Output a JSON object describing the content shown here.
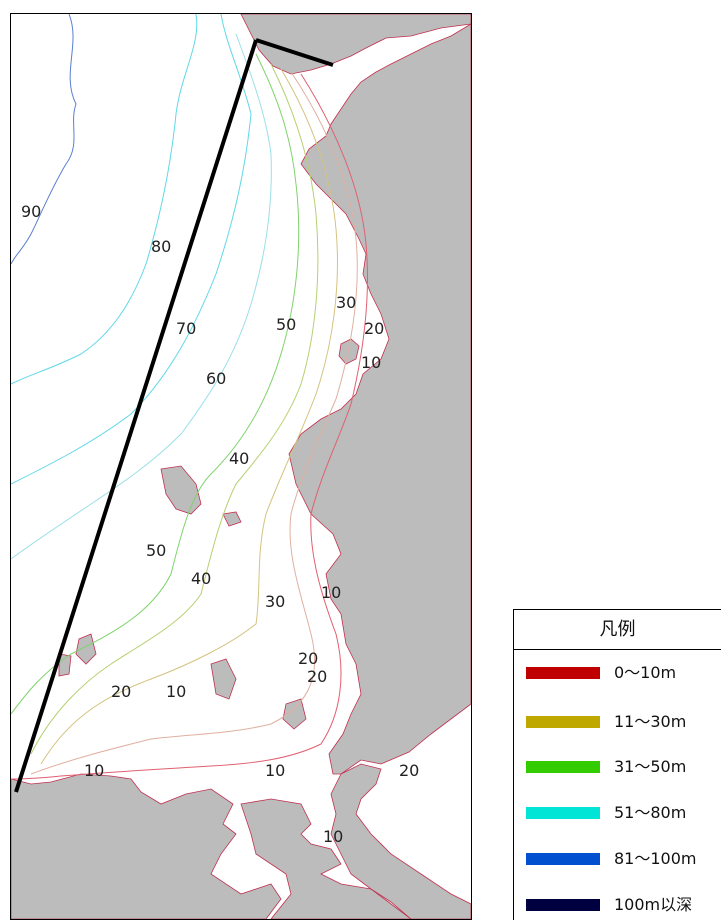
{
  "map": {
    "depth_labels": [
      {
        "text": "90"
      },
      {
        "text": "80"
      },
      {
        "text": "70"
      },
      {
        "text": "60"
      },
      {
        "text": "50"
      },
      {
        "text": "50"
      },
      {
        "text": "40"
      },
      {
        "text": "40"
      },
      {
        "text": "30"
      },
      {
        "text": "30"
      },
      {
        "text": "20"
      },
      {
        "text": "10"
      },
      {
        "text": "10"
      },
      {
        "text": "20"
      },
      {
        "text": "20"
      },
      {
        "text": "10"
      },
      {
        "text": "20"
      },
      {
        "text": "10"
      },
      {
        "text": "10"
      },
      {
        "text": "20"
      },
      {
        "text": "10"
      }
    ]
  },
  "legend": {
    "title": "凡例",
    "items": [
      {
        "label": "0～10m",
        "color": "#c00000"
      },
      {
        "label": "11～30m",
        "color": "#bfa800"
      },
      {
        "label": "31～50m",
        "color": "#33cc00"
      },
      {
        "label": "51～80m",
        "color": "#00e5d5"
      },
      {
        "label": "81～100m",
        "color": "#0050d0"
      },
      {
        "label": "100m以深",
        "color": "#000040"
      }
    ]
  },
  "colors": {
    "land": "#bcbcbc",
    "boundary_line": "#000000",
    "contour_90": "#5a7fd0",
    "contour_80": "#60d8e8",
    "contour_60": "#9ae0e8",
    "contour_50": "#7ed36a",
    "contour_40": "#b5d070",
    "contour_30": "#d4c280",
    "contour_20": "#e0b0a0",
    "contour_10": "#e06070"
  }
}
